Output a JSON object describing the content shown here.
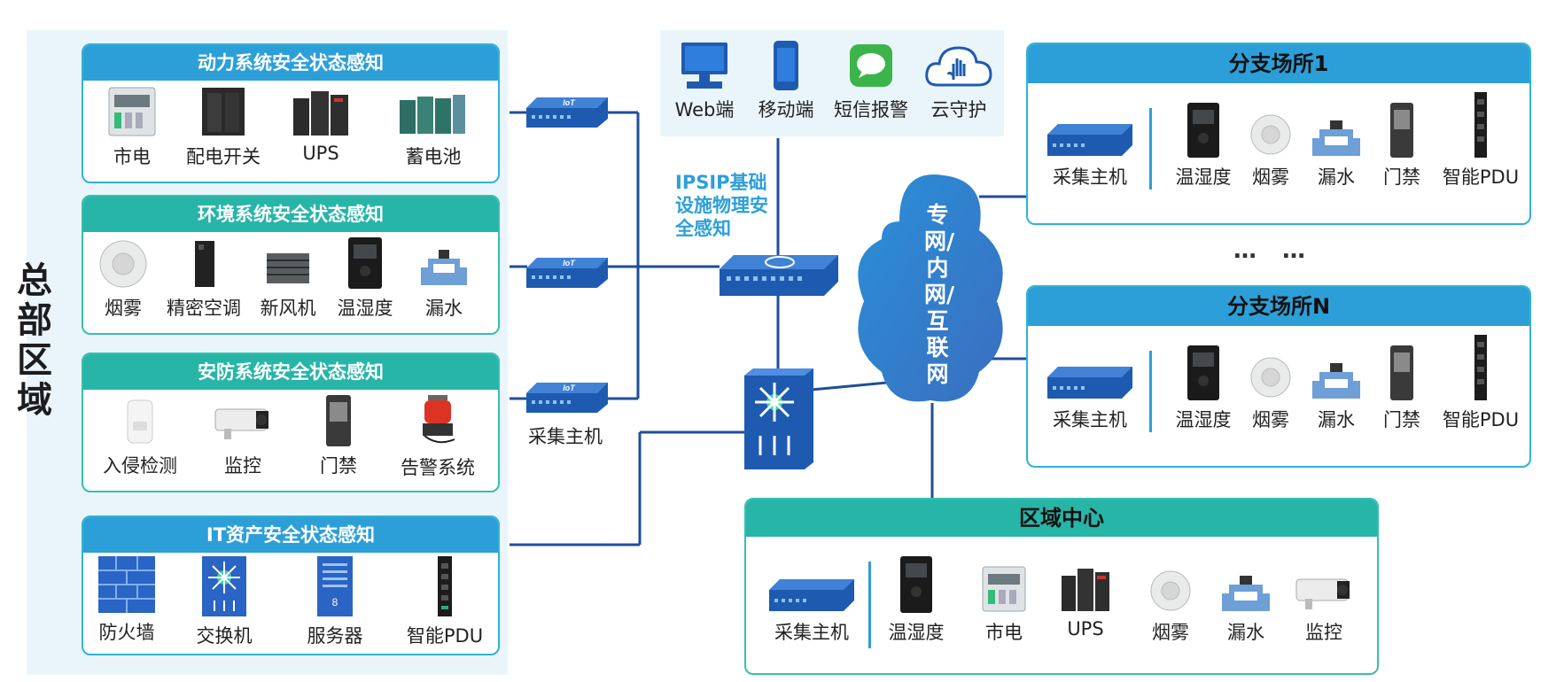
{
  "hq": {
    "label": "总部区域"
  },
  "power_panel": {
    "title": "动力系统安全状态感知",
    "items": [
      "市电",
      "配电开关",
      "UPS",
      "蓄电池"
    ]
  },
  "env_panel": {
    "title": "环境系统安全状态感知",
    "items": [
      "烟雾",
      "精密空调",
      "新风机",
      "温湿度",
      "漏水"
    ]
  },
  "security_panel": {
    "title": "安防系统安全状态感知",
    "items": [
      "入侵检测",
      "监控",
      "门禁",
      "告警系统"
    ]
  },
  "it_panel": {
    "title": "IT资产安全状态感知",
    "items": [
      "防火墙",
      "交换机",
      "服务器",
      "智能PDU"
    ]
  },
  "gateway": {
    "label": "采集主机",
    "icon_text": "IoT"
  },
  "terminals": {
    "items": [
      "Web端",
      "移动端",
      "短信报警",
      "云守护"
    ]
  },
  "ipsip": {
    "line1": "IPSIP基础",
    "line2": "设施物理安",
    "line3": "全感知"
  },
  "cloud": {
    "label": "专网/内网/互联网"
  },
  "branch1": {
    "title": "分支场所1",
    "items": [
      "采集主机",
      "温湿度",
      "烟雾",
      "漏水",
      "门禁",
      "智能PDU"
    ]
  },
  "ellipsis": "… …",
  "branchN": {
    "title": "分支场所N",
    "items": [
      "采集主机",
      "温湿度",
      "烟雾",
      "漏水",
      "门禁",
      "智能PDU"
    ]
  },
  "region": {
    "title": "区域中心",
    "items": [
      "采集主机",
      "温湿度",
      "市电",
      "UPS",
      "烟雾",
      "漏水",
      "监控"
    ]
  },
  "colors": {
    "blue": "#2d9fd8",
    "teal": "#27b5a8",
    "line": "#1f4e9b",
    "device": "#1e5bb0"
  }
}
